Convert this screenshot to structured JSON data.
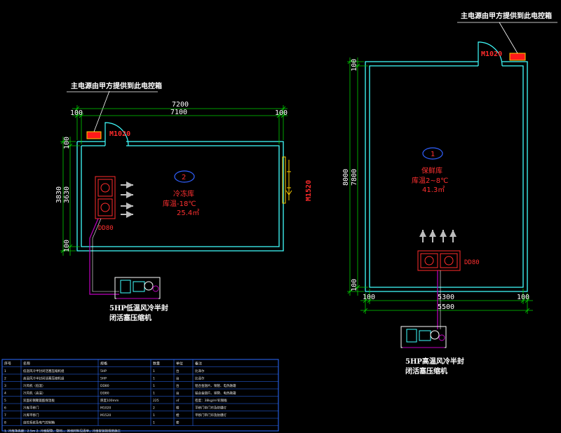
{
  "colors": {
    "background": "#000000",
    "wall": "#40ffff",
    "dimension": "#00d000",
    "unit_outline": "#ff2b2b",
    "pipe": "#c000c0",
    "table_border": "#2b6cff",
    "text": "#ffffff"
  },
  "left_room": {
    "power_note": "主电源由甲方提供到此电控箱",
    "door_label": "M1020",
    "side_door_label": "M1520",
    "badge_number": "2",
    "name": "冷冻库",
    "temperature": "库温-18℃",
    "area": "25.4㎡",
    "unit_label": "DD80",
    "top_dims": {
      "outer": "7200",
      "inner": "7100",
      "left_wall": "100",
      "right_wall": "100"
    },
    "side_dims": {
      "outer": "3830",
      "inner": "3630",
      "top_wall": "100",
      "bottom_wall": "100"
    },
    "compressor_label_1": "5HP低温风冷半封",
    "compressor_label_2": "闭活塞压缩机"
  },
  "right_room": {
    "power_note": "主电源由甲方提供到此电控箱",
    "door_label": "M1020",
    "badge_number": "1",
    "name": "保鲜库",
    "temperature": "库温2~8℃",
    "area": "41.3㎡",
    "unit_label": "DD80",
    "bottom_dims": {
      "outer": "5500",
      "inner": "5300",
      "left_wall": "100",
      "right_wall": "100"
    },
    "side_dims": {
      "outer": "8000",
      "inner": "7800",
      "top_wall": "100",
      "bottom_wall": "100"
    },
    "compressor_label_1": "5HP高温风冷半封",
    "compressor_label_2": "闭活塞压缩机"
  },
  "table": {
    "headers": [
      "序号",
      "名称",
      "规格",
      "数量",
      "单位",
      "备注"
    ],
    "rows": [
      [
        "1",
        "低温风冷半封闭活塞压缩机组",
        "5HP",
        "1",
        "台",
        "比泽尔"
      ],
      [
        "2",
        "高温风冷半封闭活塞压缩机组",
        "5HP",
        "1",
        "台",
        "比泽尔"
      ],
      [
        "3",
        "冷风机（低温）",
        "DD80",
        "1",
        "台",
        "铝合金翅片、铜管、电热融霜"
      ],
      [
        "4",
        "冷风机（高温）",
        "DD80",
        "1",
        "台",
        "铝合金翅片、铜管、电热融霜"
      ],
      [
        "5",
        "双面彩钢聚氨酯保温板",
        "厚度100mm",
        "225",
        "㎡",
        "密度：38kg/m³彩钢板"
      ],
      [
        "6",
        "冷库平移门",
        "M1020",
        "2",
        "樘",
        "平移门带门帘及防爆灯"
      ],
      [
        "7",
        "冷库平移门",
        "M1520",
        "1",
        "樘",
        "平移门带门帘及防爆灯"
      ],
      [
        "8",
        "自控系统及电气控制箱",
        "",
        "1",
        "套",
        ""
      ]
    ],
    "footer": "1. 冷库净高度：2.5m        2. 冷库配管、管材、、其他材料见清单，冷库安装按规范施工"
  }
}
